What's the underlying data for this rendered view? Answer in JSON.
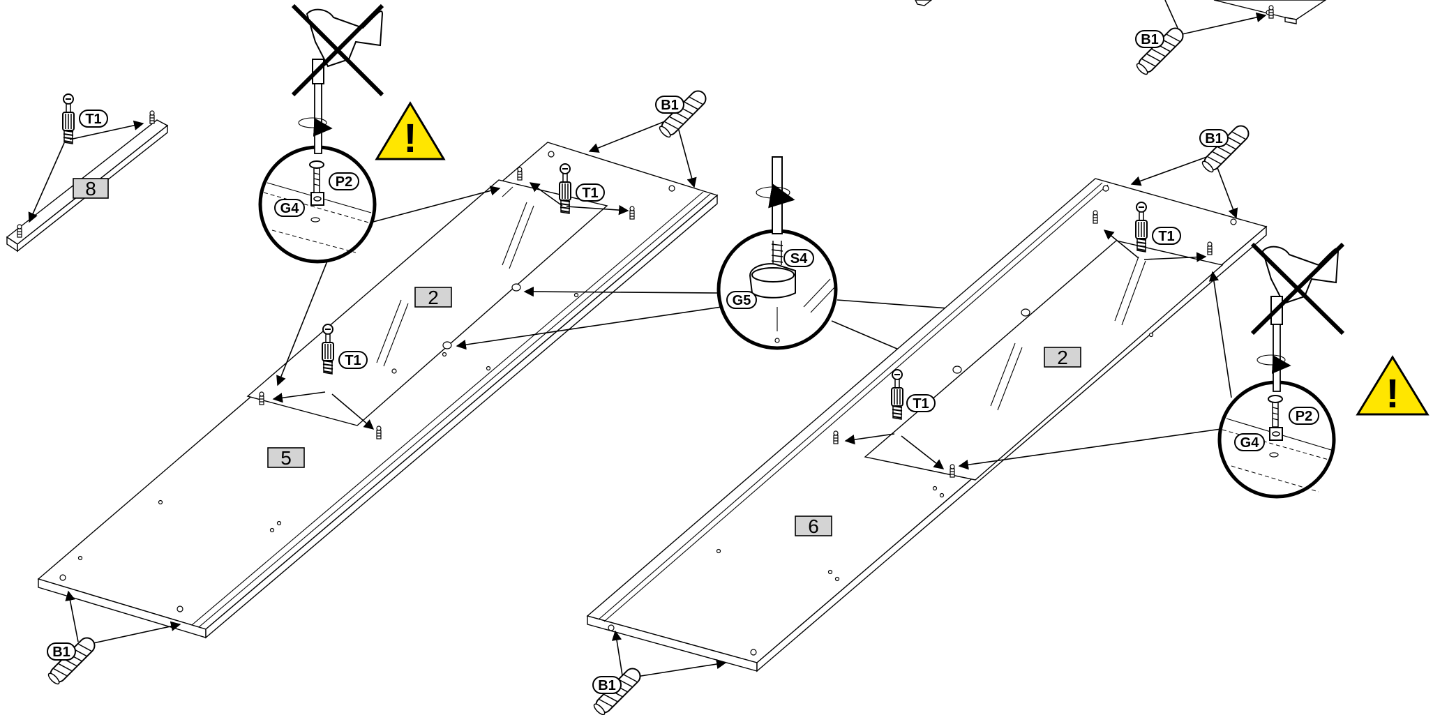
{
  "part_numbers": {
    "rail_top_left": "8",
    "glass_left": "2",
    "side_left": "5",
    "glass_right": "2",
    "side_right": "6"
  },
  "hardware_labels": {
    "t1": "T1",
    "b1": "B1",
    "p2": "P2",
    "g4": "G4",
    "s4": "S4",
    "g5": "G5"
  },
  "warning_glyph": "!",
  "icons": {
    "warning": "warning-triangle-icon",
    "no_power_drill": "crossed-drill-icon",
    "screwdriver": "screwdriver-icon",
    "rotation": "rotation-arrow-icon"
  },
  "colors": {
    "warning": "#ffe600",
    "part_label_fill": "#d4d4d4",
    "line": "#000000"
  }
}
